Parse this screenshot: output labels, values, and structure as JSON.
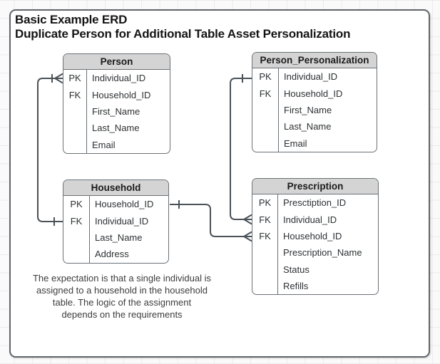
{
  "title": {
    "line1": "Basic Example ERD",
    "line2": "Duplicate Person for Additional Table Asset Personalization"
  },
  "entities": [
    {
      "title": "Person",
      "rows": [
        {
          "key": "PK",
          "name": "Individual_ID"
        },
        {
          "key": "FK",
          "name": "Household_ID"
        },
        {
          "key": "",
          "name": "First_Name"
        },
        {
          "key": "",
          "name": "Last_Name"
        },
        {
          "key": "",
          "name": "Email"
        }
      ]
    },
    {
      "title": "Person_Personalization",
      "rows": [
        {
          "key": "PK",
          "name": "Individual_ID"
        },
        {
          "key": "FK",
          "name": "Household_ID"
        },
        {
          "key": "",
          "name": "First_Name"
        },
        {
          "key": "",
          "name": "Last_Name"
        },
        {
          "key": "",
          "name": "Email"
        }
      ]
    },
    {
      "title": "Household",
      "rows": [
        {
          "key": "PK",
          "name": "Household_ID"
        },
        {
          "key": "FK",
          "name": "Individual_ID"
        },
        {
          "key": "",
          "name": "Last_Name"
        },
        {
          "key": "",
          "name": "Address"
        }
      ]
    },
    {
      "title": "Prescription",
      "rows": [
        {
          "key": "PK",
          "name": "Presctiption_ID"
        },
        {
          "key": "FK",
          "name": "Individual_ID"
        },
        {
          "key": "FK",
          "name": "Household_ID"
        },
        {
          "key": "",
          "name": "Prescription_Name"
        },
        {
          "key": "",
          "name": "Status"
        },
        {
          "key": "",
          "name": "Refills"
        }
      ]
    }
  ],
  "note_lines": [
    "The expectation is that a single individual is",
    "assigned to a household in the household",
    "table.  The logic of the assignment",
    "depends on the requirements"
  ],
  "relationships": [
    {
      "one_side": "Household.Individual_ID",
      "many_side": "Person.Individual_ID"
    },
    {
      "one_side": "Person_Personalization.Individual_ID",
      "many_side": "Prescription.Individual_ID"
    },
    {
      "one_side": "Household.Household_ID",
      "many_side": "Prescription.Household_ID"
    }
  ],
  "colors": {
    "header_fill": "#d4d4d4",
    "table_border": "#6b7176",
    "connector": "#4a5157",
    "frame_border": "#60666b",
    "grid_line": "#ebebeb"
  }
}
